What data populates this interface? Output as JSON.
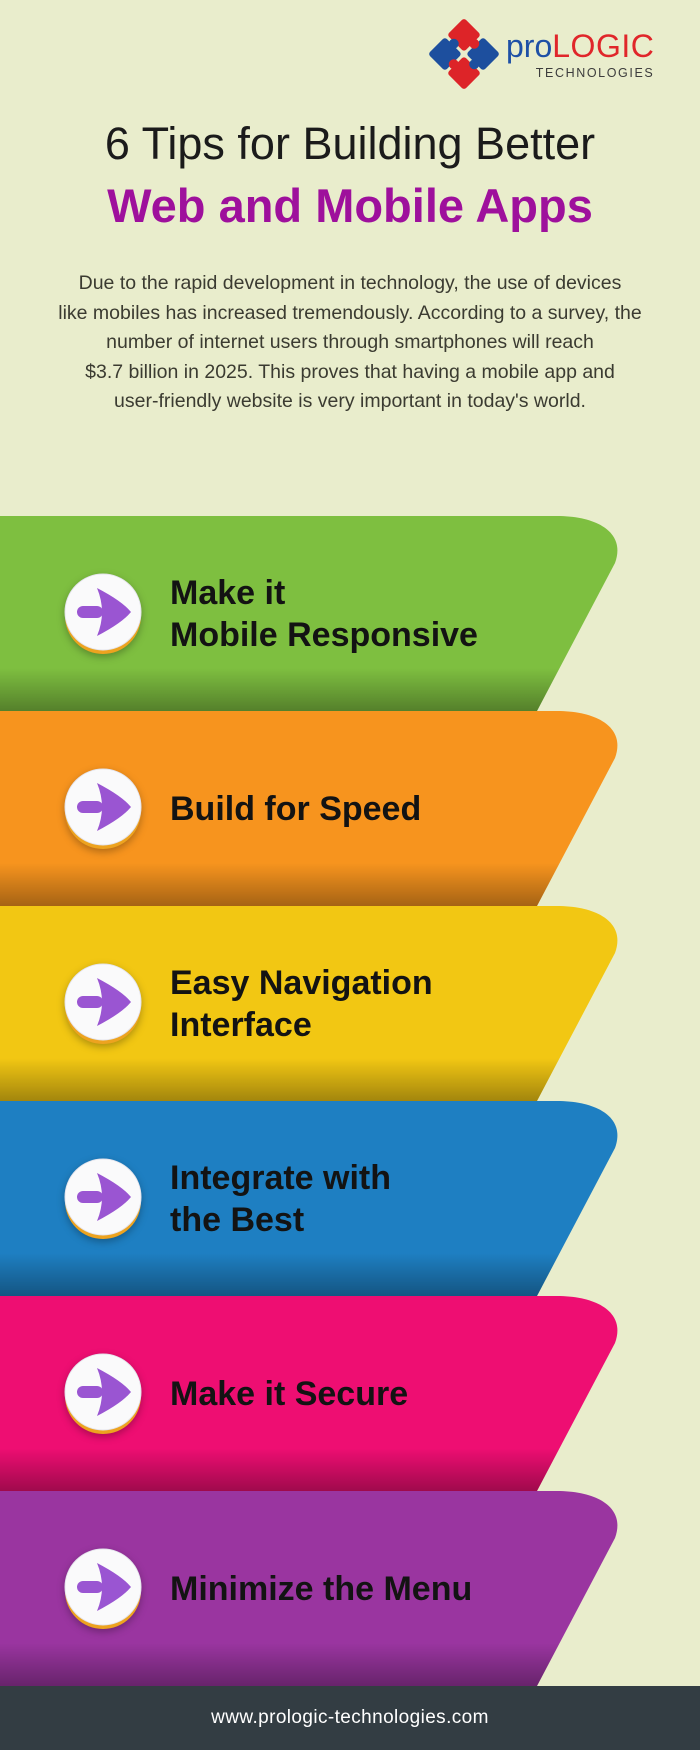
{
  "page": {
    "bg": "#e9edcc"
  },
  "logo": {
    "pro": "pro",
    "logic": "LOGIC",
    "sub": "TECHNOLOGIES",
    "colors": {
      "red": "#dd2428",
      "blue": "#1d4f9e",
      "pro_text": "#1e50a6",
      "logic_text": "#e0262a",
      "sub_text": "#3c3c3c"
    }
  },
  "title": {
    "line1": "6 Tips for Building Better",
    "line2": "Web and Mobile Apps",
    "line1_color": "#1b1b1b",
    "line2_color": "#9e109c"
  },
  "intro": {
    "lines": [
      "Due to the rapid development in technology, the use of devices",
      "like mobiles has increased tremendously. According to a survey, the",
      "number of internet users through smartphones will reach",
      "$3.7 billion in 2025. This proves that having a mobile app and",
      "user-friendly website is very important in today's world."
    ]
  },
  "icon": {
    "name": "arrow-right-icon",
    "arrow_color": "#9a55d2",
    "circle_color": "#fafafb",
    "rim_color": "#eda31f"
  },
  "banners": [
    {
      "line1": "Make it",
      "line2": "Mobile Responsive",
      "color": "#7ebf40"
    },
    {
      "line1": "Build for Speed",
      "color": "#f7941e"
    },
    {
      "line1": "Easy Navigation",
      "line2": "Interface",
      "color": "#f2c713"
    },
    {
      "line1": "Integrate with",
      "line2": "the Best",
      "color": "#1e7fc2"
    },
    {
      "line1": "Make it Secure",
      "color": "#ee0e72"
    },
    {
      "line1": "Minimize the Menu",
      "color": "#9a35a0"
    }
  ],
  "footer": {
    "url": "www.prologic-technologies.com",
    "bg": "#333d43"
  }
}
